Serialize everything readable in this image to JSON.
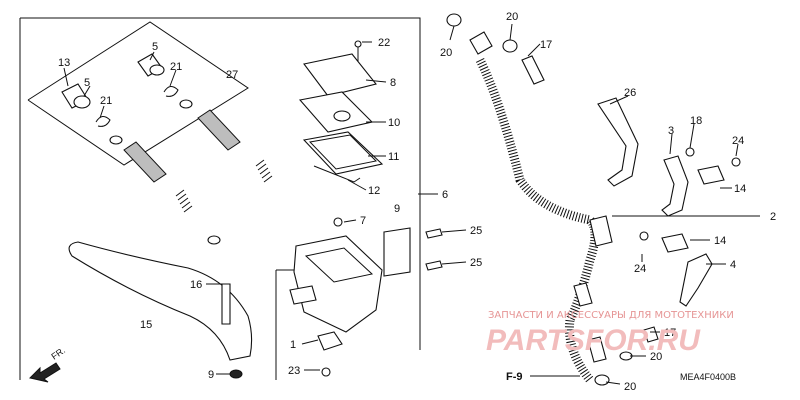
{
  "callouts": {
    "c1": "1",
    "c2": "2",
    "c3": "3",
    "c4": "4",
    "c5a": "5",
    "c5b": "5",
    "c6": "6",
    "c7": "7",
    "c8": "8",
    "c9a": "9",
    "c9b": "9",
    "c10": "10",
    "c11": "11",
    "c12": "12",
    "c13": "13",
    "c14a": "14",
    "c14b": "14",
    "c15": "15",
    "c16": "16",
    "c17a": "17",
    "c17b": "17",
    "c18": "18",
    "c20a": "20",
    "c20b": "20",
    "c20c": "20",
    "c20d": "20",
    "c21a": "21",
    "c21b": "21",
    "c22": "22",
    "c23": "23",
    "c24a": "24",
    "c24b": "24",
    "c25a": "25",
    "c25b": "25",
    "c26": "26",
    "c27": "27"
  },
  "direction_label": "FR.",
  "ref_label": "F-9",
  "diagram_code": "MEA4F0400B",
  "watermark": {
    "caption": "ЗАПЧАСТИ И АКСЕССУАРЫ ДЛЯ МОТОТЕХНИКИ",
    "logo": "PARTSFOR.RU"
  }
}
